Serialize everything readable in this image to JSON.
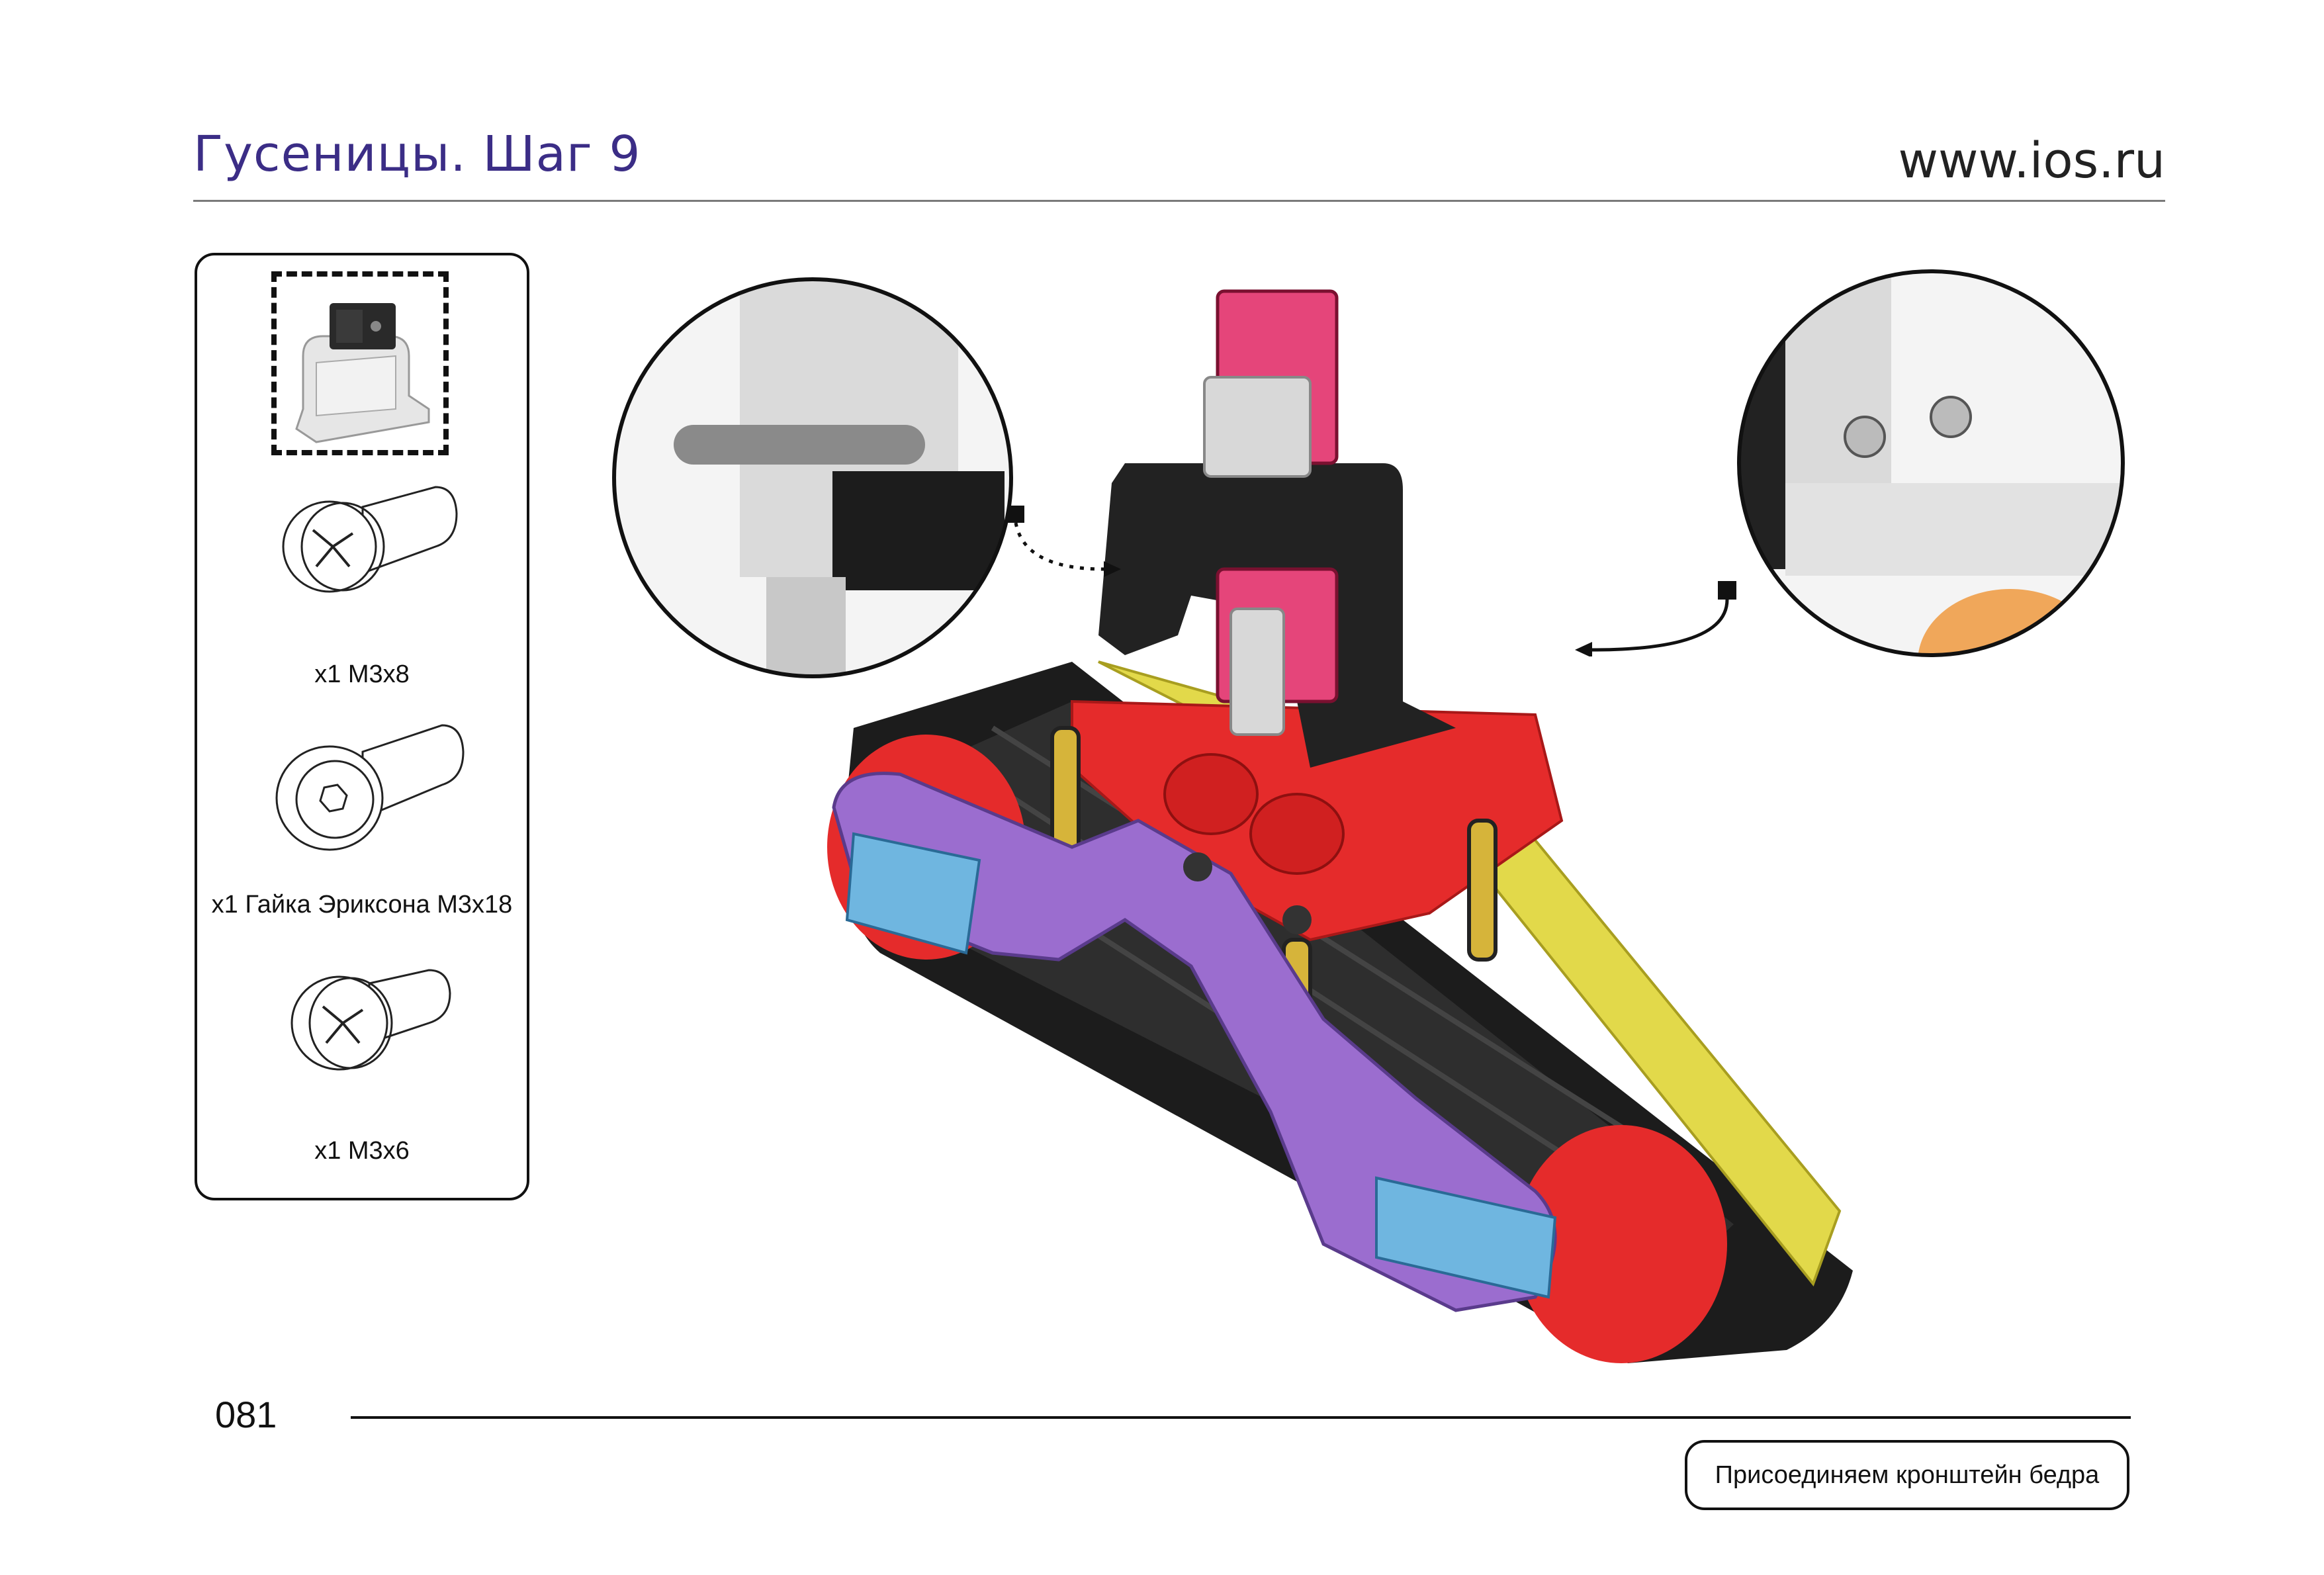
{
  "header": {
    "title": "Гусеницы. Шаг 9",
    "site": "www.ios.ru"
  },
  "parts": [
    {
      "label": "x1 M3x8",
      "icon": "pan-head-screw-icon"
    },
    {
      "label": "x1 Гайка Эриксона M3x18",
      "icon": "hex-socket-barrel-nut-icon"
    },
    {
      "label": "x1 M3x6",
      "icon": "pan-head-screw-icon"
    }
  ],
  "footer": {
    "page_number": "081",
    "caption": "Присоединяем кронштейн бедра"
  },
  "colors": {
    "title": "#3b2d86",
    "frame_red": "#e52b2b",
    "track_black": "#1c1c1c",
    "arm_purple": "#9b6dcf",
    "block_blue": "#6fb6e0",
    "track_yellow": "#e2d94a",
    "servo_pink": "#e5457a",
    "bracket_black": "#222222",
    "metal_grey": "#c9c9c9"
  }
}
